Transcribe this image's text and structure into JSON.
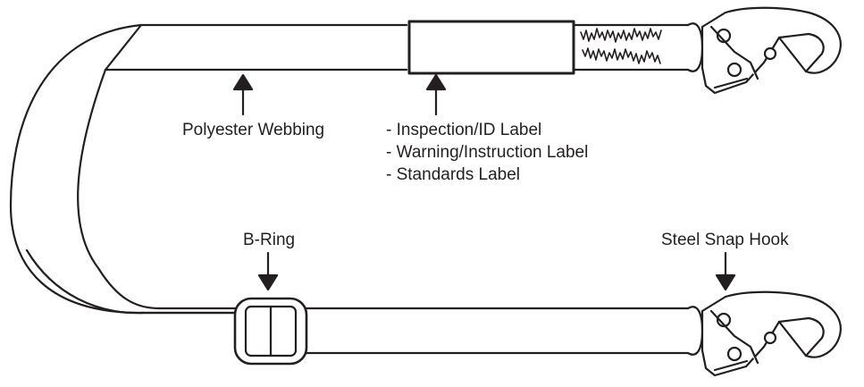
{
  "callouts": {
    "webbing": "Polyester Webbing",
    "labels": [
      "- Inspection/ID Label",
      "- Warning/Instruction Label",
      "- Standards Label"
    ],
    "b_ring": "B-Ring",
    "snap_hook": "Steel Snap Hook"
  },
  "colors": {
    "stroke": "#231f20",
    "fill": "#ffffff"
  }
}
